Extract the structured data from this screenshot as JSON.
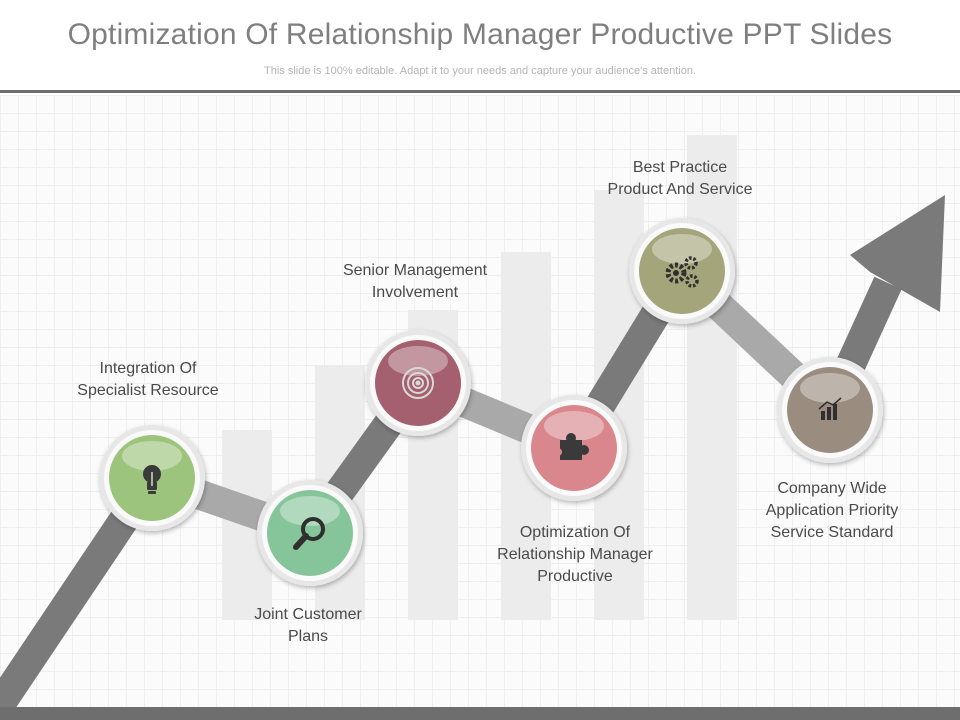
{
  "header": {
    "title": "Optimization Of Relationship Manager Productive PPT Slides",
    "subtitle": "This slide is 100% editable. Adapt it to your needs and capture your audience's attention."
  },
  "steps": [
    {
      "label": "Integration Of\nSpecialist Resource",
      "icon": "lightbulb-icon",
      "color": "#9dc47c"
    },
    {
      "label": "Joint Customer\nPlans",
      "icon": "magnifier-icon",
      "color": "#86c59a"
    },
    {
      "label": "Senior Management\nInvolvement",
      "icon": "target-icon",
      "color": "#a4606e"
    },
    {
      "label": "Optimization Of\nRelationship Manager\nProductive",
      "icon": "puzzle-icon",
      "color": "#d9878c"
    },
    {
      "label": "Best Practice\nProduct And Service",
      "icon": "gears-icon",
      "color": "#a5a57c"
    },
    {
      "label": "Company Wide\nApplication Priority\nService Standard",
      "icon": "chart-icon",
      "color": "#9a8d80"
    }
  ],
  "colors": {
    "arrow": "#7a7a7a",
    "connector": "#a9a9a9",
    "rule": "#6e6e6e"
  }
}
